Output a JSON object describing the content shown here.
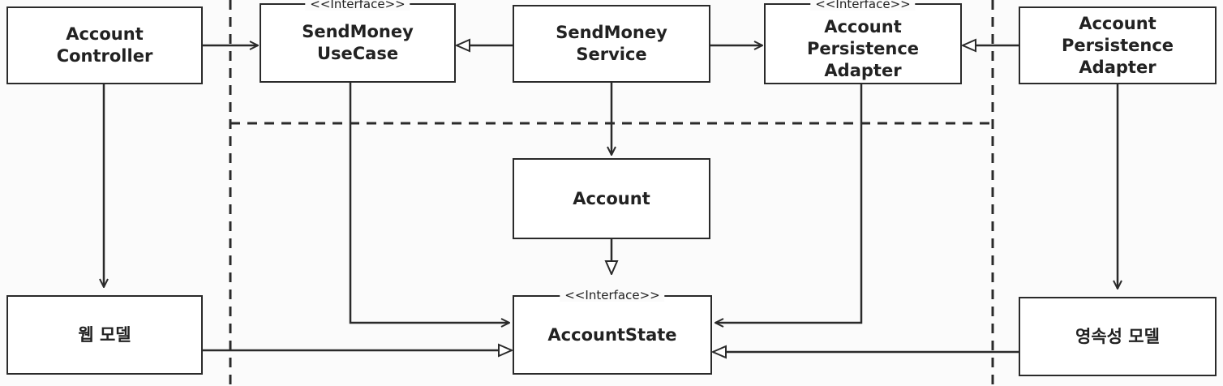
{
  "stereotype": "<<Interface>>",
  "boxes": {
    "account_controller": "Account\nController",
    "sendmoney_usecase": "SendMoney\nUseCase",
    "sendmoney_service": "SendMoney\nService",
    "account_persistence_port": "Account\nPersistence\nAdapter",
    "account_persistence_adapter": "Account\nPersistence\nAdapter",
    "account": "Account",
    "account_state": "AccountState",
    "web_model": "웹 모델",
    "persistence_model": "영속성 모델"
  },
  "colors": {
    "line": "#2a2a2a",
    "box_fill": "#ffffff",
    "background": "#fbfbfb"
  }
}
